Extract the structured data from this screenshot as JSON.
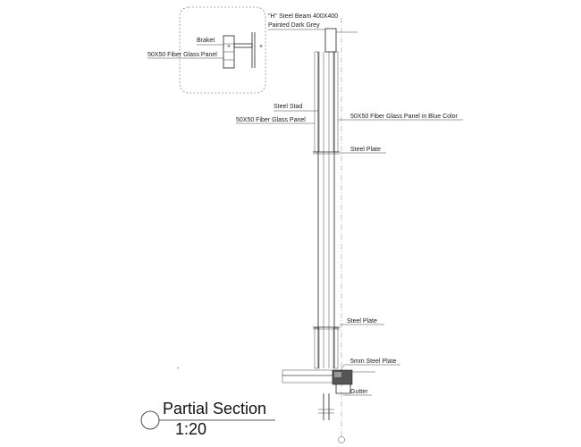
{
  "title": {
    "name": "Partial Section",
    "scale": "1:20"
  },
  "labels": {
    "beam_line1": "\"H\" Steel Beam  400X400",
    "beam_line2": "Painted Dark Grey",
    "braket": "Braket",
    "detail_panel": "50X50 Fiber Glass Panel",
    "steel_stad": "Steel Stad",
    "panel_left": "50X50 Fiber Glass Panel",
    "panel_right": "50X50 Fiber Glass Panel in Blue Color",
    "steel_plate_top": "Steel Plate",
    "steel_plate_bottom": "Steel Plate",
    "plate_5mm": "5mm Steel Plate",
    "gutter": "Gutter"
  }
}
